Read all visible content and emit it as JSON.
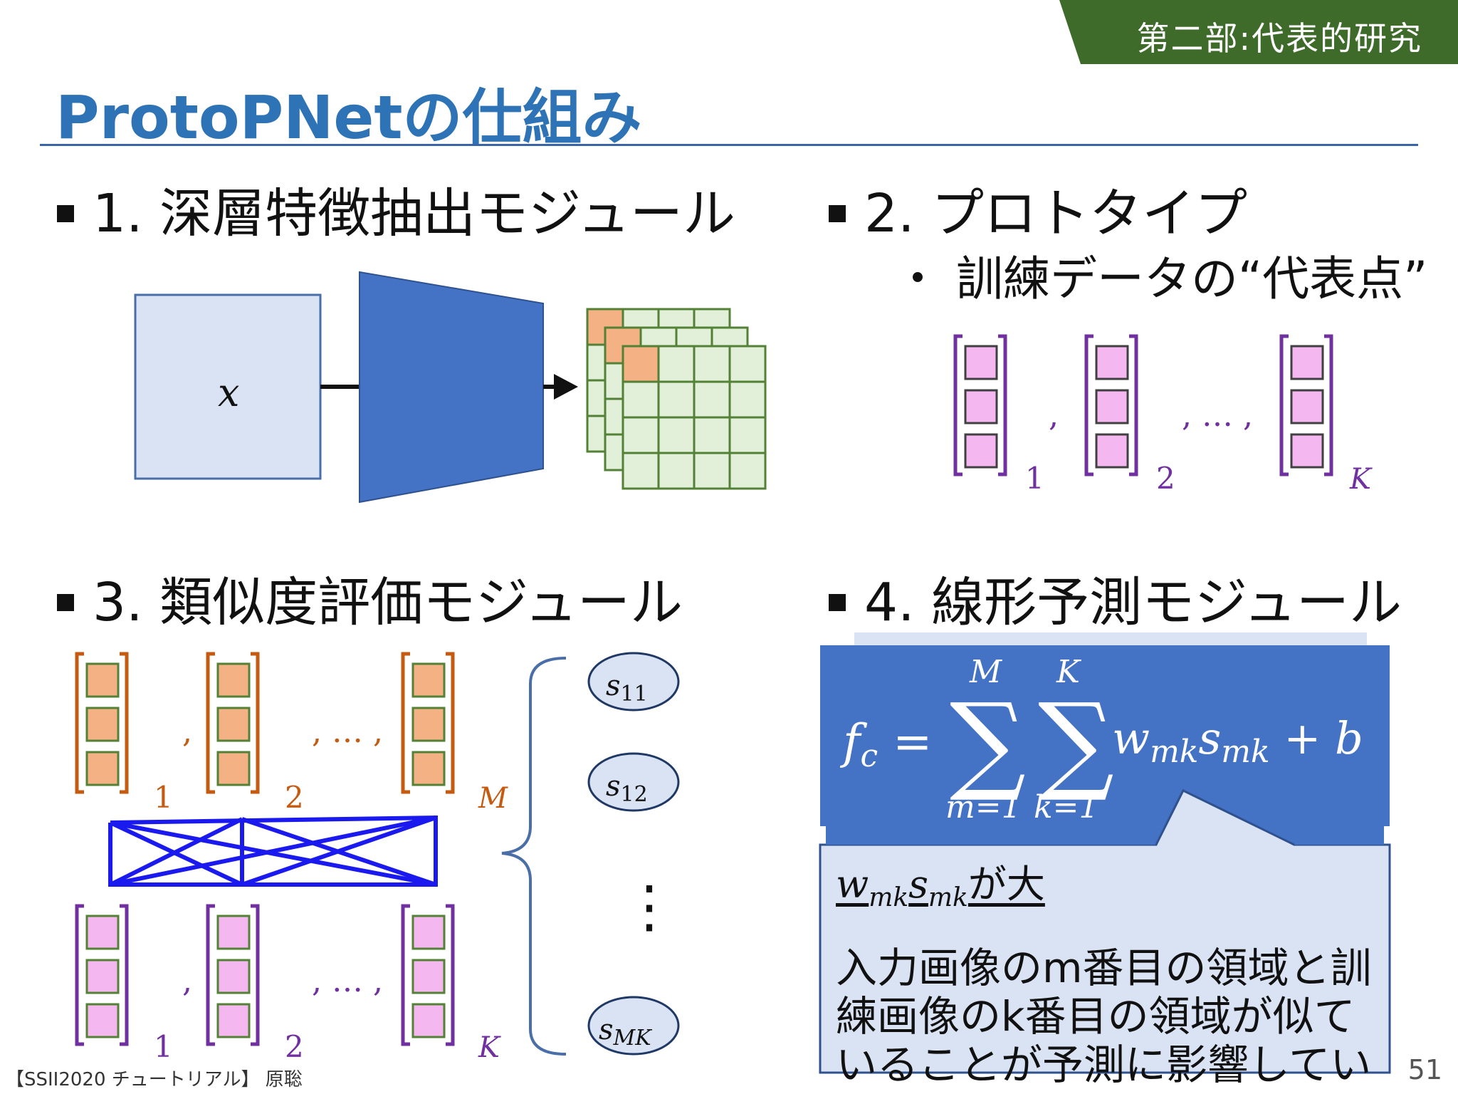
{
  "header": {
    "section_label": "第二部:代表的研究",
    "title": "ProtoPNetの仕組み"
  },
  "sections": {
    "s1": {
      "heading": "1. 深層特徴抽出モジュール",
      "input_label": "x"
    },
    "s2": {
      "heading": "2. プロトタイプ",
      "bullet": "・ 訓練データの“代表点”",
      "sub1": "1",
      "sub2": "2",
      "subK": "K",
      "ellipsis": ", … ,",
      "comma": ","
    },
    "s3": {
      "heading": "3. 類似度評価モジュール",
      "top_sub1": "1",
      "top_sub2": "2",
      "top_subM": "M",
      "bot_sub1": "1",
      "bot_sub2": "2",
      "bot_subK": "K",
      "ellipsis": ", … ,",
      "comma": ",",
      "scores": [
        "s11",
        "s12",
        "sMK"
      ],
      "vdots": "⋮"
    },
    "s4": {
      "heading": "4. 線形予測モジュール",
      "formula": {
        "lhs": "fc =",
        "sum1_top": "M",
        "sum1_bottom": "m=1",
        "sum2_top": "K",
        "sum2_bottom": "k=1",
        "term": "wmk smk + b"
      },
      "callout": {
        "title": "wmk smkが大",
        "body_line1": "入力画像のm番目の領域と訓",
        "body_line2": "練画像のk番目の領域が似て",
        "body_line3": "いることが予測に影響している。"
      }
    }
  },
  "footer": {
    "credit": "【SSII2020 チュートリアル】 原聡",
    "page": "51"
  },
  "colors": {
    "title_blue": "#2e73b5",
    "header_green": "#3f6b2a",
    "encoder_blue": "#4472c4",
    "input_box": "#dae3f3",
    "feature_green": "#e2f0d9",
    "feature_orange": "#f4b183",
    "prototype_pink": "#f5b7f0",
    "bracket_purple": "#7030a0",
    "bracket_orange": "#c55a11",
    "link_blue": "#1a1aee"
  }
}
